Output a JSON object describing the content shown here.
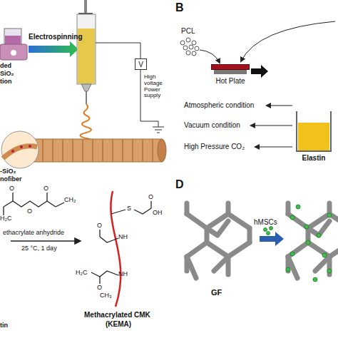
{
  "diagram": {
    "nodes": [
      {
        "text": [
          "V"
        ]
      },
      {
        "text": [
          "Hot Plate"
        ]
      },
      {
        "text": [
          "Elastin"
        ]
      }
    ],
    "labels": [
      "Electrospinning",
      "High voltage Power supply",
      "ded",
      "SiO₂",
      "tion",
      "-SiO₂",
      "nofiber",
      "B",
      "PCL",
      "Atmospheric condition",
      "Vacuum condition",
      "High Pressure CO₂",
      "D",
      "GF",
      "hMSCs",
      "ethacrylate anhydride",
      "25 °C, 1 day",
      "Methacrylated CMK",
      "(KEMA)",
      "tin",
      "O",
      "O",
      "O",
      "S",
      "OH",
      "O",
      "NH",
      "O",
      "NH",
      "O",
      "H₂C",
      "CH₃",
      "H₂C",
      "CH₂"
    ]
  }
}
